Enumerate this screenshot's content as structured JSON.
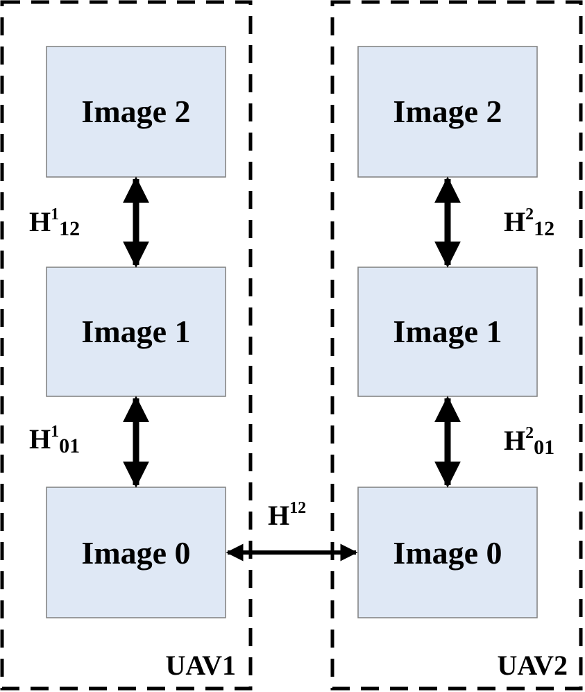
{
  "colors": {
    "box_fill": "#dfe8f5",
    "box_stroke": "#7f7f7f",
    "line": "#000000"
  },
  "groups": [
    {
      "label": "UAV1",
      "images": {
        "top": "Image 2",
        "middle": "Image 1",
        "bottom": "Image 0"
      },
      "h_upper": {
        "base": "H",
        "sup": "1",
        "sub": "12"
      },
      "h_lower": {
        "base": "H",
        "sup": "1",
        "sub": "01"
      }
    },
    {
      "label": "UAV2",
      "images": {
        "top": "Image 2",
        "middle": "Image 1",
        "bottom": "Image 0"
      },
      "h_upper": {
        "base": "H",
        "sup": "2",
        "sub": "12"
      },
      "h_lower": {
        "base": "H",
        "sup": "2",
        "sub": "01"
      }
    }
  ],
  "cross": {
    "base": "H",
    "sup": "12"
  }
}
